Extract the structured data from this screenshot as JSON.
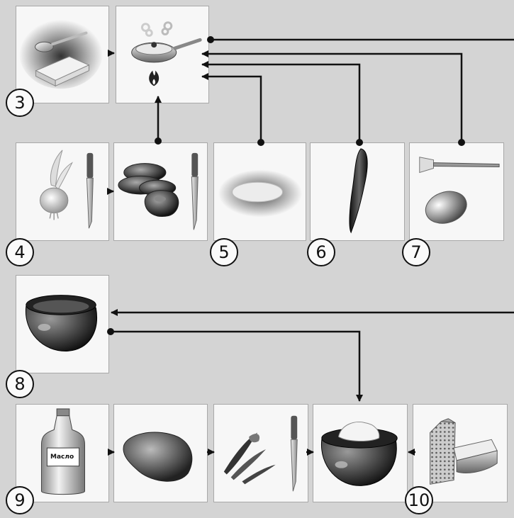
{
  "steps": {
    "s3": "3",
    "s4": "4",
    "s5": "5",
    "s6": "6",
    "s7": "7",
    "s8": "8",
    "s9": "9",
    "s10": "10"
  },
  "labels": {
    "bottle": "Масло"
  },
  "icons": {
    "butter": "spoon-and-butter-icon",
    "pan": "frying-pan-on-fire-icon",
    "onion": "onion-and-knife-icon",
    "tomato": "sliced-tomato-and-knife-icon",
    "rice": "rice-bowl-icon",
    "pepper": "chili-pepper-icon",
    "egg": "egg-and-skewer-icon",
    "hollow-tomato": "hollowed-tomato-icon",
    "oil": "oil-bottle-icon",
    "potato": "potato-icon",
    "chopped": "chopped-pieces-and-knife-icon",
    "stuffed": "stuffed-tomato-icon",
    "grater": "grater-and-cheese-icon"
  },
  "colors": {
    "background": "#d4d4d4",
    "panel": "#f7f7f7",
    "line": "#111111"
  }
}
